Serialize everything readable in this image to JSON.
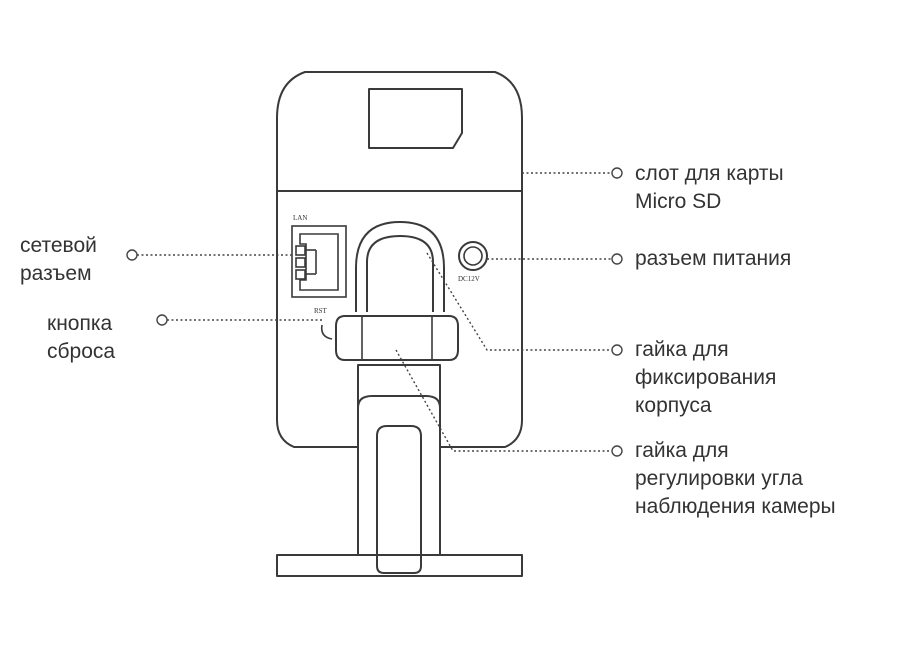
{
  "device_marks": {
    "lan": "LAN",
    "rst": "RST",
    "dc": "DC12V"
  },
  "callouts": {
    "sd_slot": [
      "слот для карты",
      "Micro SD"
    ],
    "power_jack": [
      "разъем питания"
    ],
    "lock_nut": [
      "гайка для",
      "фиксирования",
      "корпуса"
    ],
    "angle_nut": [
      "гайка для",
      "регулировки угла",
      "наблюдения камеры"
    ],
    "network_port": [
      "сетевой",
      "разъем"
    ],
    "reset_button": [
      "кнопка",
      "сброса"
    ]
  },
  "colors": {
    "line": "#3a3a3a",
    "text": "#333333"
  }
}
